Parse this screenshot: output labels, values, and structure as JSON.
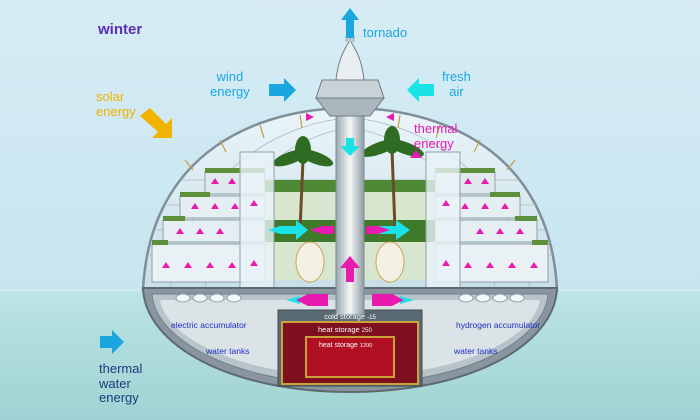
{
  "labels": {
    "season": "winter",
    "tornado": "tornado",
    "wind_energy": [
      "wind",
      "energy"
    ],
    "fresh_air": [
      "fresh",
      "air"
    ],
    "solar_energy": [
      "solar",
      "energy"
    ],
    "thermal_energy": [
      "thermal",
      "energy"
    ],
    "thermal_water_energy": [
      "thermal",
      "water",
      "energy"
    ],
    "electric_accumulator": "electric accumulator",
    "hydrogen_accumulator": "hydrogen accumulator",
    "water_tanks_left": "water tanks",
    "water_tanks_right": "water tanks",
    "cold_storage": {
      "name": "cold storage",
      "value": "-15"
    },
    "heat_storage_outer": {
      "name": "heat storage",
      "value": "250"
    },
    "heat_storage_inner": {
      "name": "heat storage",
      "value": "1200"
    }
  },
  "colors": {
    "season": "#5b2fb0",
    "solar": "#f0b400",
    "wind": "#1aa6df",
    "thermal": "#e81ab0",
    "water": "#1d3a7a",
    "small_text": "#1d2ec4",
    "storage_text": "#ffffff",
    "sky_top": "#d9edf5",
    "sea": "#b4e0df",
    "heat_outer": "#7d0f1e",
    "heat_inner": "#b10f22",
    "gold": "#c9a23a"
  },
  "icons": {
    "up_arrow": "up-arrow-icon",
    "right_arrow": "right-arrow-icon",
    "left_arrow": "left-arrow-icon",
    "down_arrow": "down-arrow-icon",
    "palm_tree": "palm-tree-icon"
  }
}
